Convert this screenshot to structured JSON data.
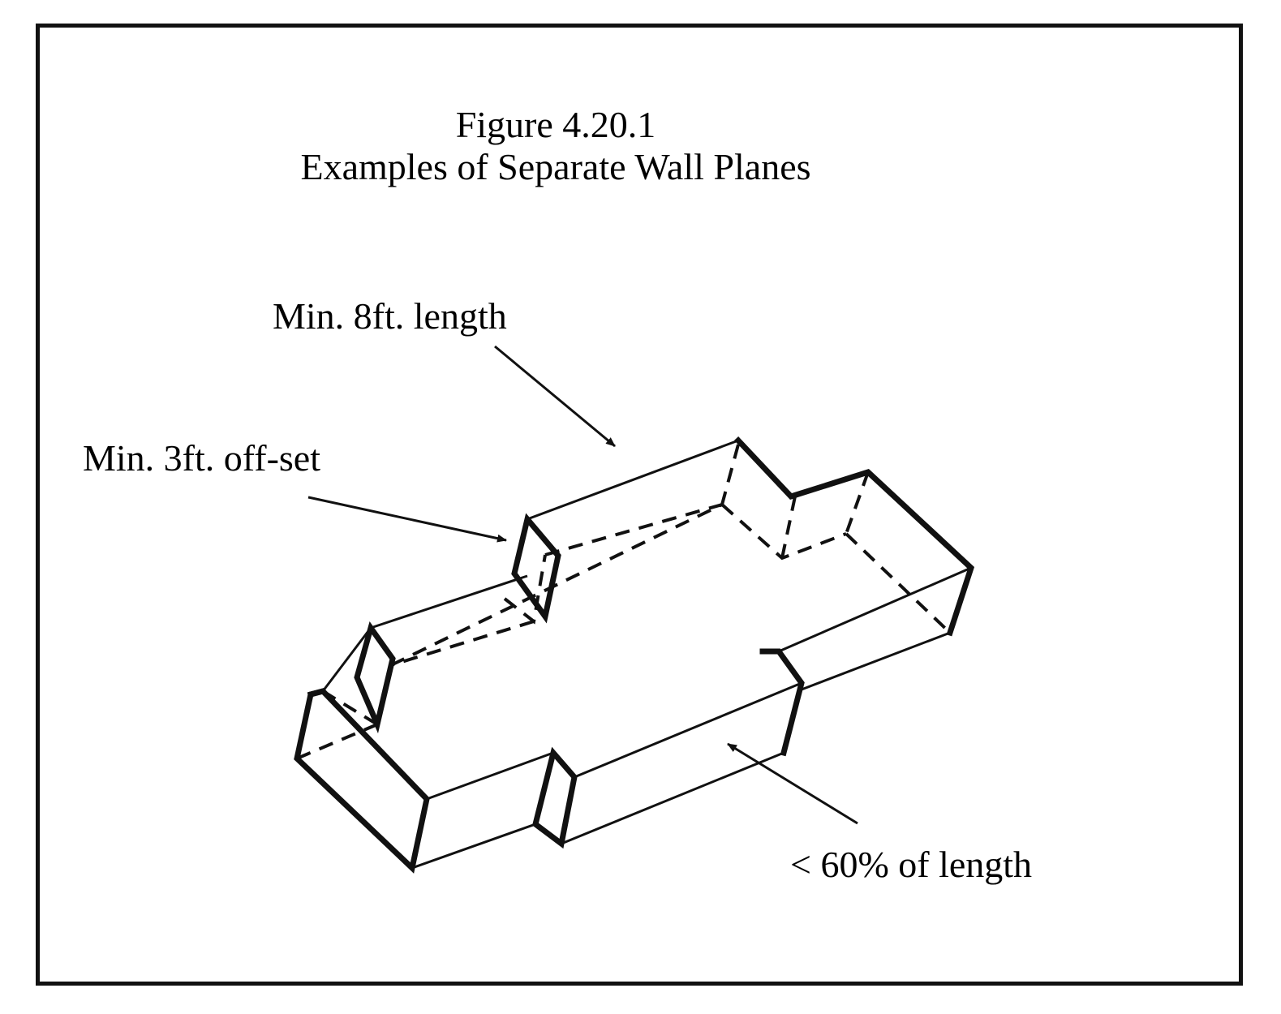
{
  "figure": {
    "number": "Figure 4.20.1",
    "title": "Examples of Separate Wall Planes"
  },
  "callouts": {
    "min_length": "Min. 8ft. length",
    "min_offset": "Min. 3ft. off-set",
    "max_recess": "< 60% of length"
  },
  "colors": {
    "line": "#111111",
    "background": "#ffffff"
  }
}
